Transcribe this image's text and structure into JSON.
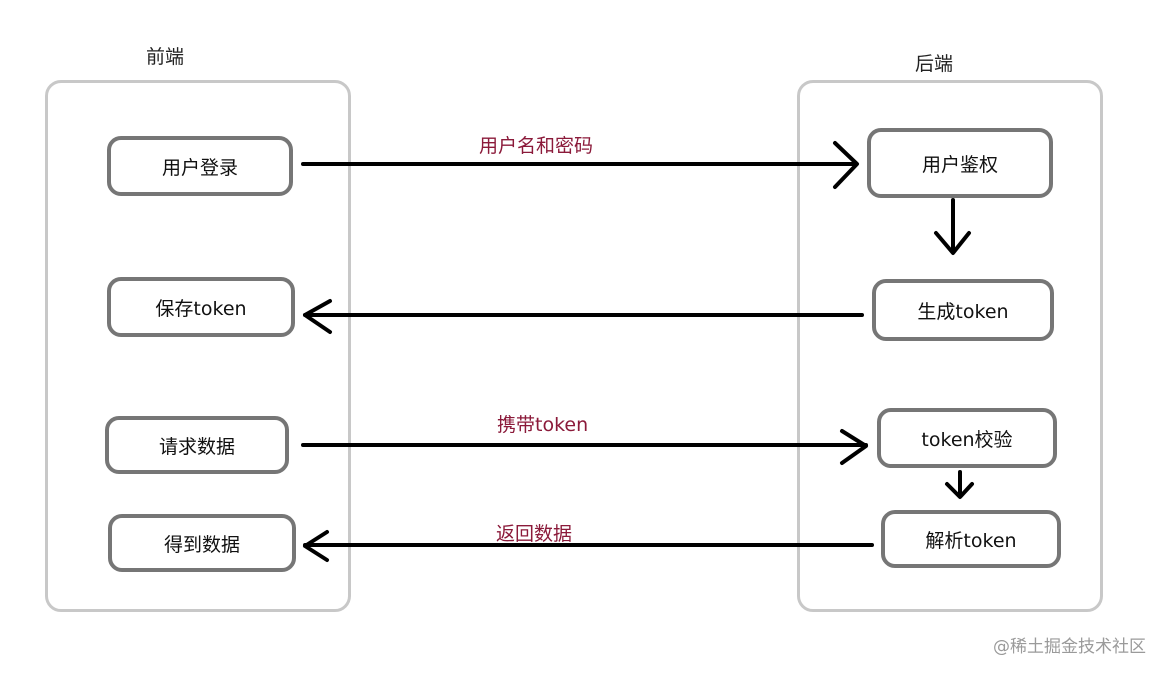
{
  "frontend": {
    "title": "前端",
    "boxes": [
      "用户登录",
      "保存token",
      "请求数据",
      "得到数据"
    ]
  },
  "backend": {
    "title": "后端",
    "boxes": [
      "用户鉴权",
      "生成token",
      "token校验",
      "解析token"
    ]
  },
  "edges": {
    "login_to_auth": "用户名和密码",
    "request_to_verify": "携带token",
    "return_data": "返回数据"
  },
  "watermark": "@稀土掘金技术社区"
}
